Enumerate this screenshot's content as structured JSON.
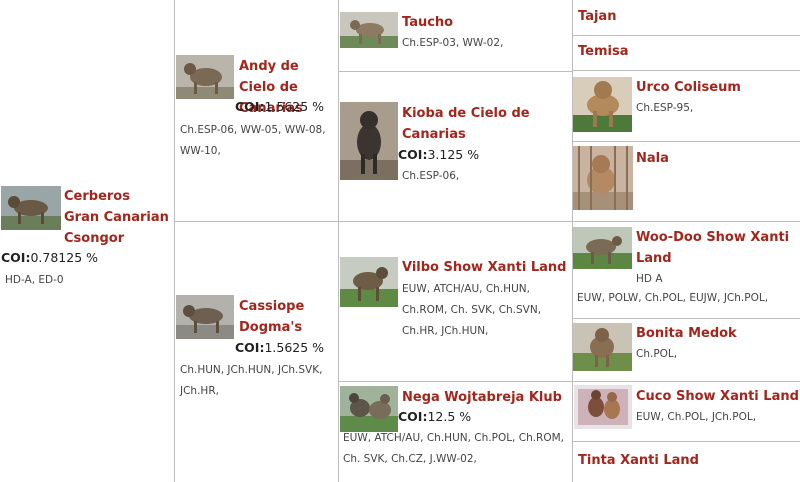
{
  "subject": {
    "name": "Cerberos Gran Canarian Csongor",
    "coi_label": "COI:",
    "coi_value": "0.78125 %",
    "titles": "HD-A, ED-0",
    "photo": "brindle-dog-photo"
  },
  "sire": {
    "name": "Andy de Cielo de Canarias",
    "coi_label": "COI:",
    "coi_value": "1.5625 %",
    "titles": "Ch.ESP-06, WW-05, WW-08, WW-10,",
    "photo": "brindle-dog-photo"
  },
  "dam": {
    "name": "Cassiope Dogma's",
    "coi_label": "COI:",
    "coi_value": "1.5625 %",
    "titles": "Ch.HUN, JCh.HUN, JCh.SVK, JCh.HR,",
    "photo": "brindle-dog-photo"
  },
  "sire_sire": {
    "name": "Taucho",
    "titles": "Ch.ESP-03, WW-02,",
    "photo": "dog-photo"
  },
  "sire_dam": {
    "name": "Kioba de Cielo de Canarias",
    "coi_label": "COI:",
    "coi_value": "3.125 %",
    "titles": "Ch.ESP-06,",
    "photo": "dark-dog-photo"
  },
  "dam_sire": {
    "name": "Vilbo Show Xanti Land",
    "titles": "EUW, ATCH/AU, Ch.HUN, Ch.ROM, Ch. SVK, Ch.SVN, Ch.HR, JCh.HUN,",
    "photo": "brindle-dog-photo"
  },
  "dam_dam": {
    "name": "Nega Wojtabreja Klub",
    "coi_label": "COI:",
    "coi_value": "12.5 %",
    "titles": "EUW, ATCH/AU, Ch.HUN, Ch.POL, Ch.ROM, Ch. SVK, Ch.CZ, J.WW-02,",
    "photo": "dog-pair-photo"
  },
  "gen3": [
    {
      "name": "Tajan",
      "titles": ""
    },
    {
      "name": "Temisa",
      "titles": ""
    },
    {
      "name": "Urco Coliseum",
      "titles": "Ch.ESP-95,"
    },
    {
      "name": "Nala",
      "titles": ""
    },
    {
      "name": "Woo-Doo Show Xanti Land",
      "extra": "HD A",
      "titles": "EUW, POLW, Ch.POL, EUJW, JCh.POL,"
    },
    {
      "name": "Bonita Medok",
      "titles": "Ch.POL,"
    },
    {
      "name": "Cuco Show Xanti Land",
      "titles": "EUW, Ch.POL, JCh.POL,"
    },
    {
      "name": "Tinta Xanti Land",
      "titles": ""
    }
  ],
  "colors": {
    "name": "#a3261c",
    "border": "#bdbdbd"
  }
}
